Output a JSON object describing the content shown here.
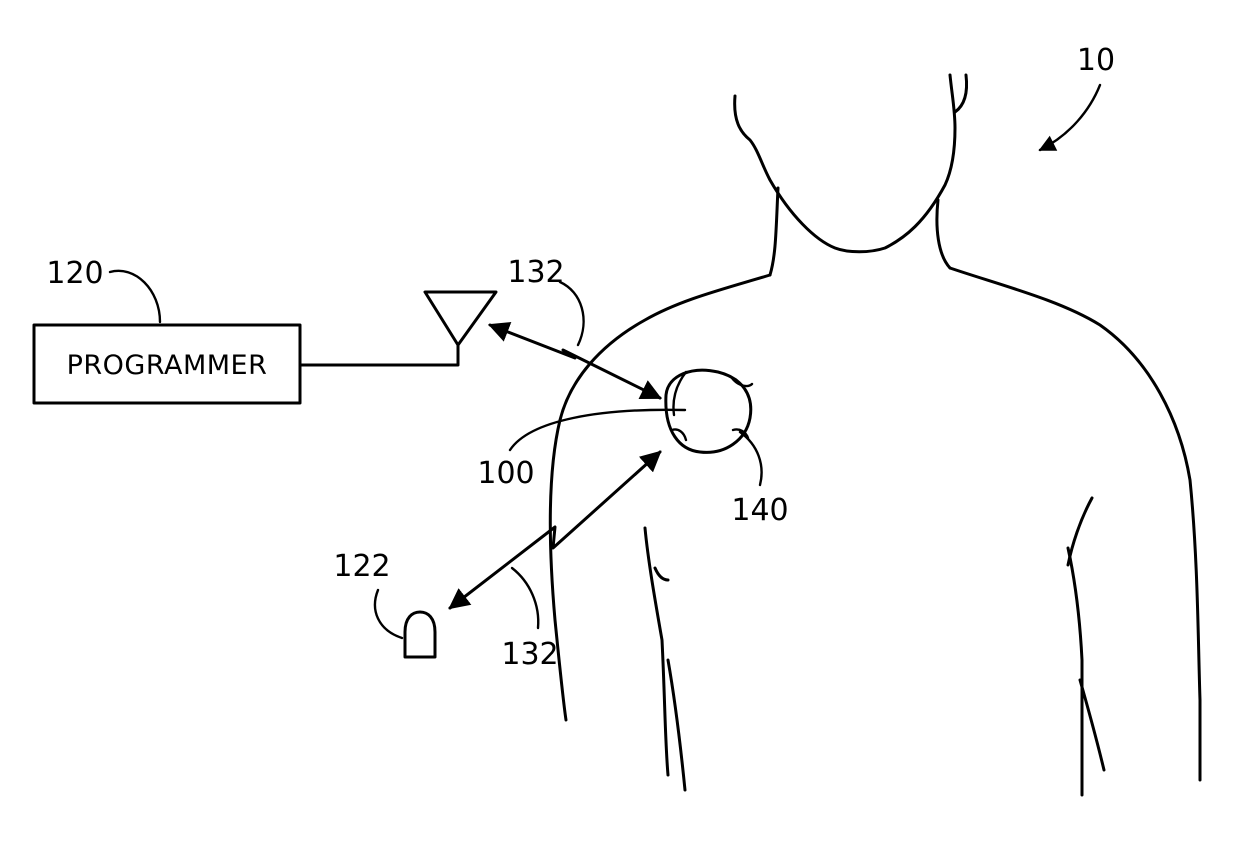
{
  "figure": {
    "programmer_box_label": "PROGRAMMER",
    "reference_numerals": {
      "patient": "10",
      "programmer": "120",
      "remote_device": "122",
      "telemetry_link_upper": "132",
      "telemetry_link_lower": "132",
      "implanted_device": "100",
      "electrodes": "140"
    }
  }
}
